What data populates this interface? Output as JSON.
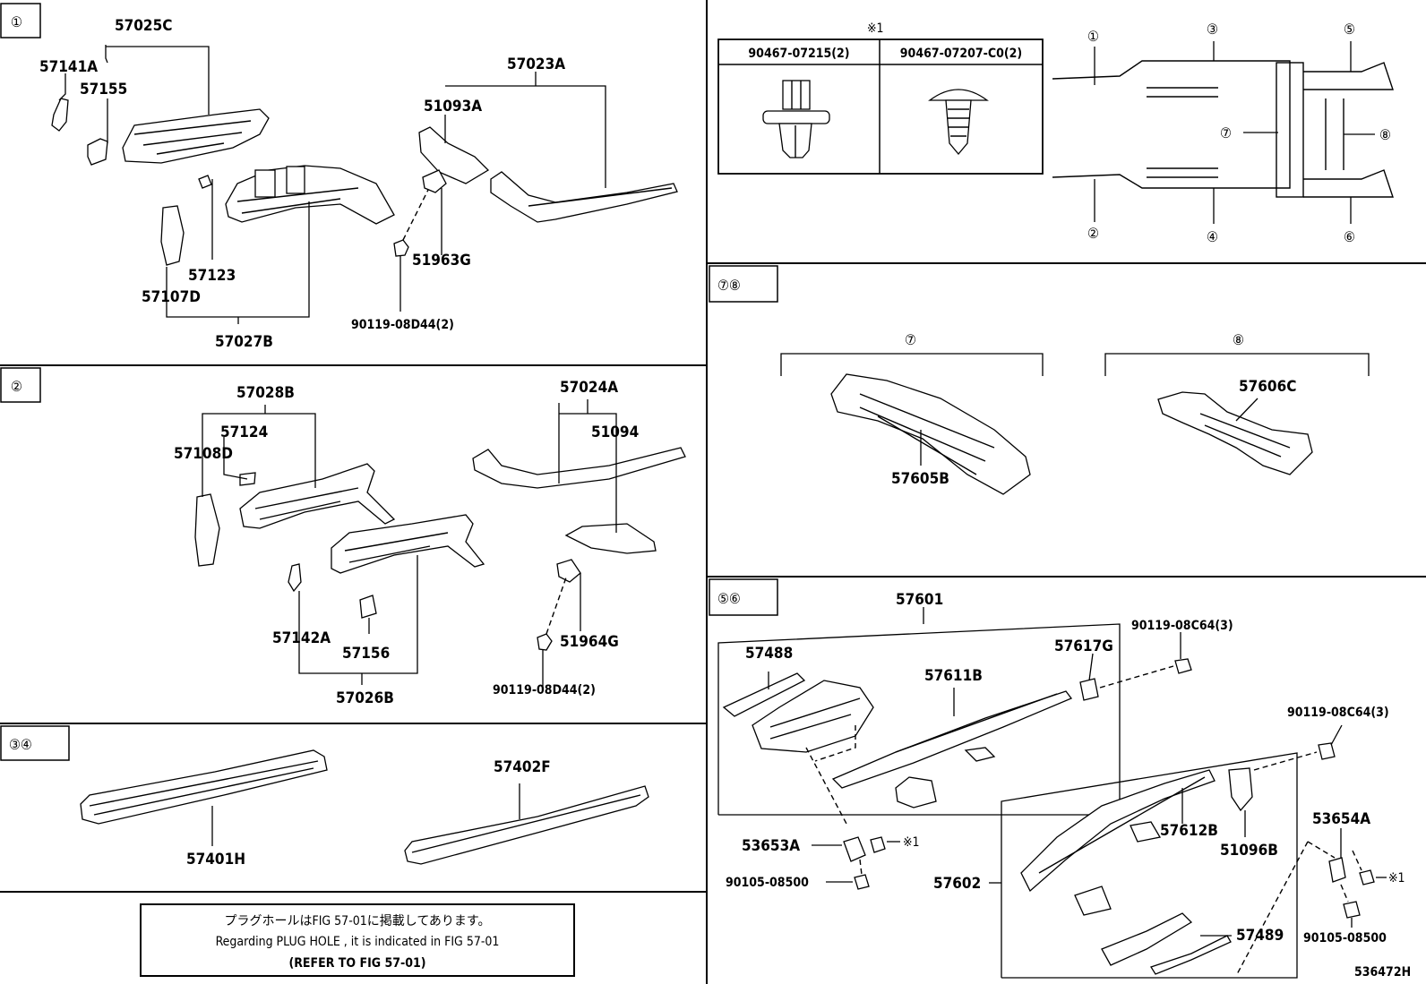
{
  "sections": {
    "s1": {
      "marker": "①"
    },
    "s2": {
      "marker": "②"
    },
    "s34": {
      "marker": "③④"
    },
    "s78": {
      "marker": "⑦⑧"
    },
    "s56": {
      "marker": "⑤⑥"
    }
  },
  "parts": {
    "p57025C": "57025C",
    "p57141A": "57141A",
    "p57155": "57155",
    "p57023A": "57023A",
    "p51093A": "51093A",
    "p51963G": "51963G",
    "p57123": "57123",
    "p57107D": "57107D",
    "p57027B": "57027B",
    "p90119_1": "90119-08D44(2)",
    "p57028B": "57028B",
    "p57124": "57124",
    "p57108D": "57108D",
    "p57024A": "57024A",
    "p51094": "51094",
    "p57142A": "57142A",
    "p57156": "57156",
    "p51964G": "51964G",
    "p57026B": "57026B",
    "p90119_2": "90119-08D44(2)",
    "p57401H": "57401H",
    "p57402F": "57402F",
    "p57605B": "57605B",
    "p57606C": "57606C",
    "p57601": "57601",
    "p57488": "57488",
    "p57611B": "57611B",
    "p57617G": "57617G",
    "p90119c_1": "90119-08C64(3)",
    "p90119c_2": "90119-08C64(3)",
    "p53653A": "53653A",
    "p90105_1": "90105-08500",
    "p57602": "57602",
    "p57612B": "57612B",
    "p51096B": "51096B",
    "p53654A": "53654A",
    "p90105_2": "90105-08500",
    "p57489": "57489"
  },
  "fastener_table": {
    "note": "※1",
    "col1": "90467-07215(2)",
    "col2": "90467-07207-C0(2)"
  },
  "callout_marks": {
    "x1a": "※1",
    "x1b": "※1"
  },
  "overview_labels": [
    "①",
    "②",
    "③",
    "④",
    "⑤",
    "⑥",
    "⑦",
    "⑧"
  ],
  "labels78": {
    "left": "⑦",
    "right": "⑧"
  },
  "notice": {
    "jp": "プラグホールはFIG 57-01に掲載してあります。",
    "en": "Regarding  PLUG  HOLE , it is indicated in FIG  57-01",
    "ref": "(REFER TO FIG 57-01)"
  },
  "figure_id": "536472H"
}
